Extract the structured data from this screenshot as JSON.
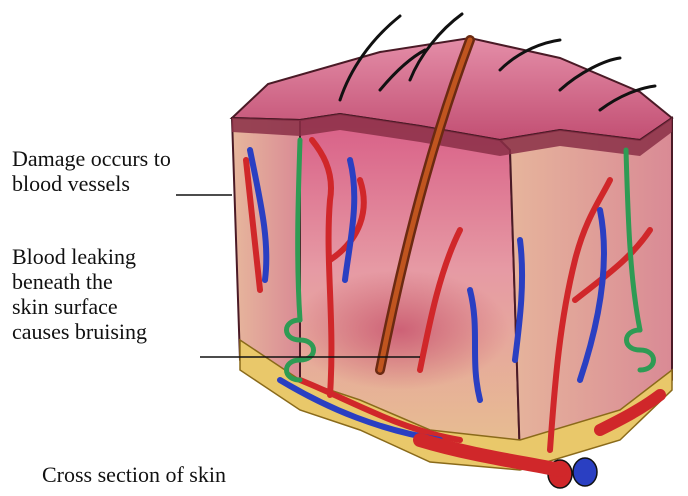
{
  "labels": {
    "damage": "Damage occurs to\nblood vessels",
    "leaking": "Blood leaking\nbeneath the\nskin surface\ncauses bruising",
    "caption": "Cross section of skin"
  },
  "colors": {
    "skin_surface": "#c9527a",
    "epidermis": "#d96f93",
    "dermis": "#e8b4a6",
    "fat": "#e9c86a",
    "artery": "#d0272a",
    "vein": "#2a3fc2",
    "gland": "#2e9b54",
    "bruise": "#e0a08a"
  },
  "icons": [
    "skin-cross-section-illustration",
    "hair-icon",
    "blood-vessel-icon",
    "sweat-gland-icon",
    "hair-follicle-icon"
  ]
}
